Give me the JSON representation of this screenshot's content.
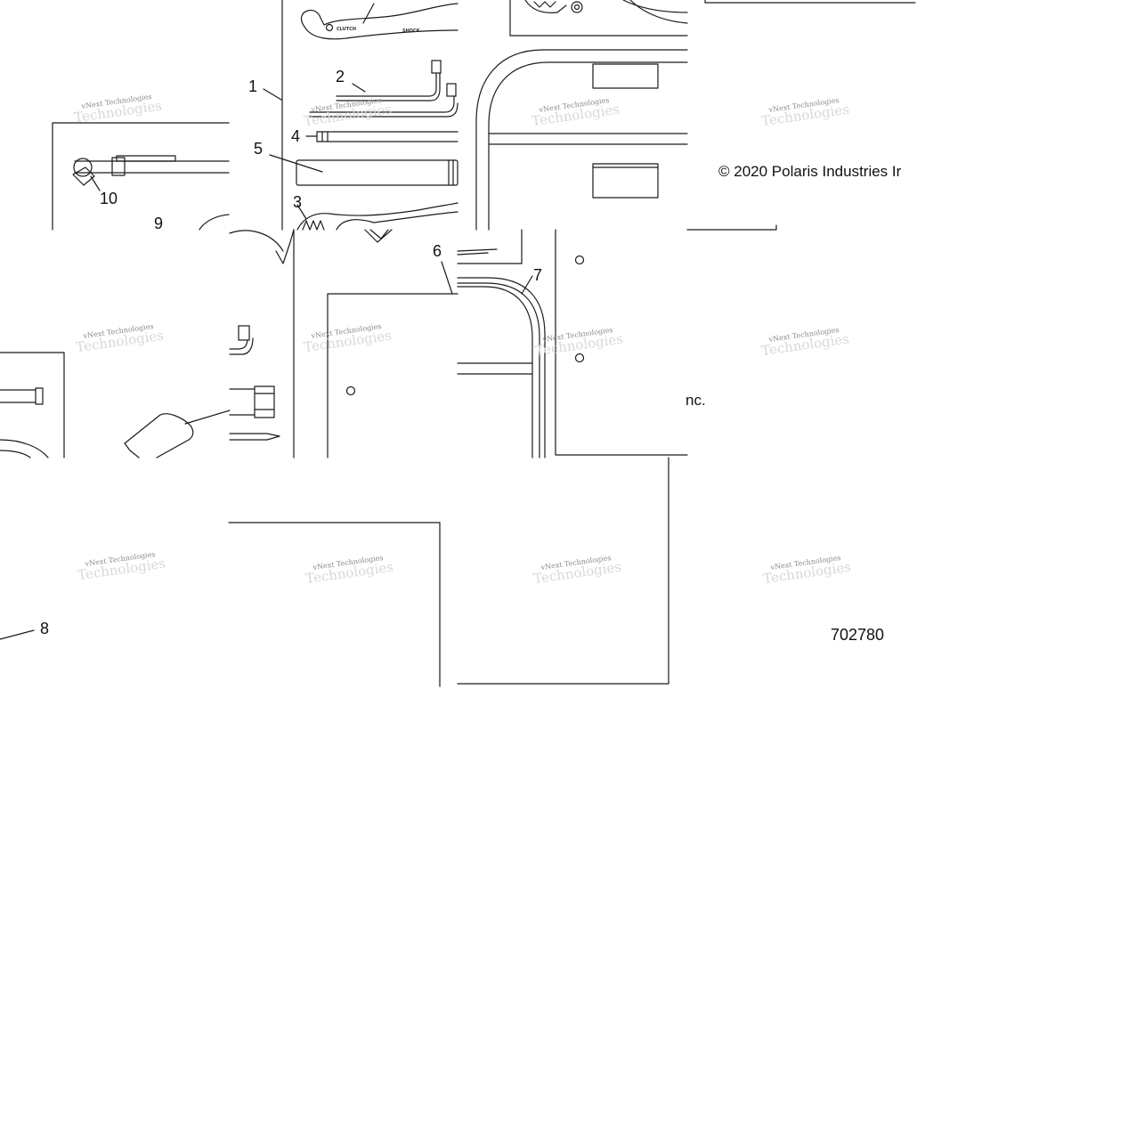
{
  "diagram": {
    "callouts": [
      {
        "id": "1",
        "label": "1"
      },
      {
        "id": "2",
        "label": "2"
      },
      {
        "id": "3",
        "label": "3"
      },
      {
        "id": "4",
        "label": "4"
      },
      {
        "id": "5",
        "label": "5"
      },
      {
        "id": "6",
        "label": "6"
      },
      {
        "id": "7",
        "label": "7"
      },
      {
        "id": "8",
        "label": "8"
      },
      {
        "id": "9",
        "label": "9"
      },
      {
        "id": "10",
        "label": "10"
      }
    ],
    "copyright_fragment_a": "© 2020 Polaris Industries Ir",
    "copyright_fragment_b": "nc.",
    "part_number": "702780",
    "wrench_markings": {
      "clutch": "CLUTCH",
      "shock": "SHOCK"
    },
    "watermark": {
      "line1": "vNext Technologies",
      "line2": "Technologies"
    }
  },
  "colors": {
    "line": "#1a1a1a",
    "background": "#ffffff",
    "watermark": "#8a8a8a"
  }
}
